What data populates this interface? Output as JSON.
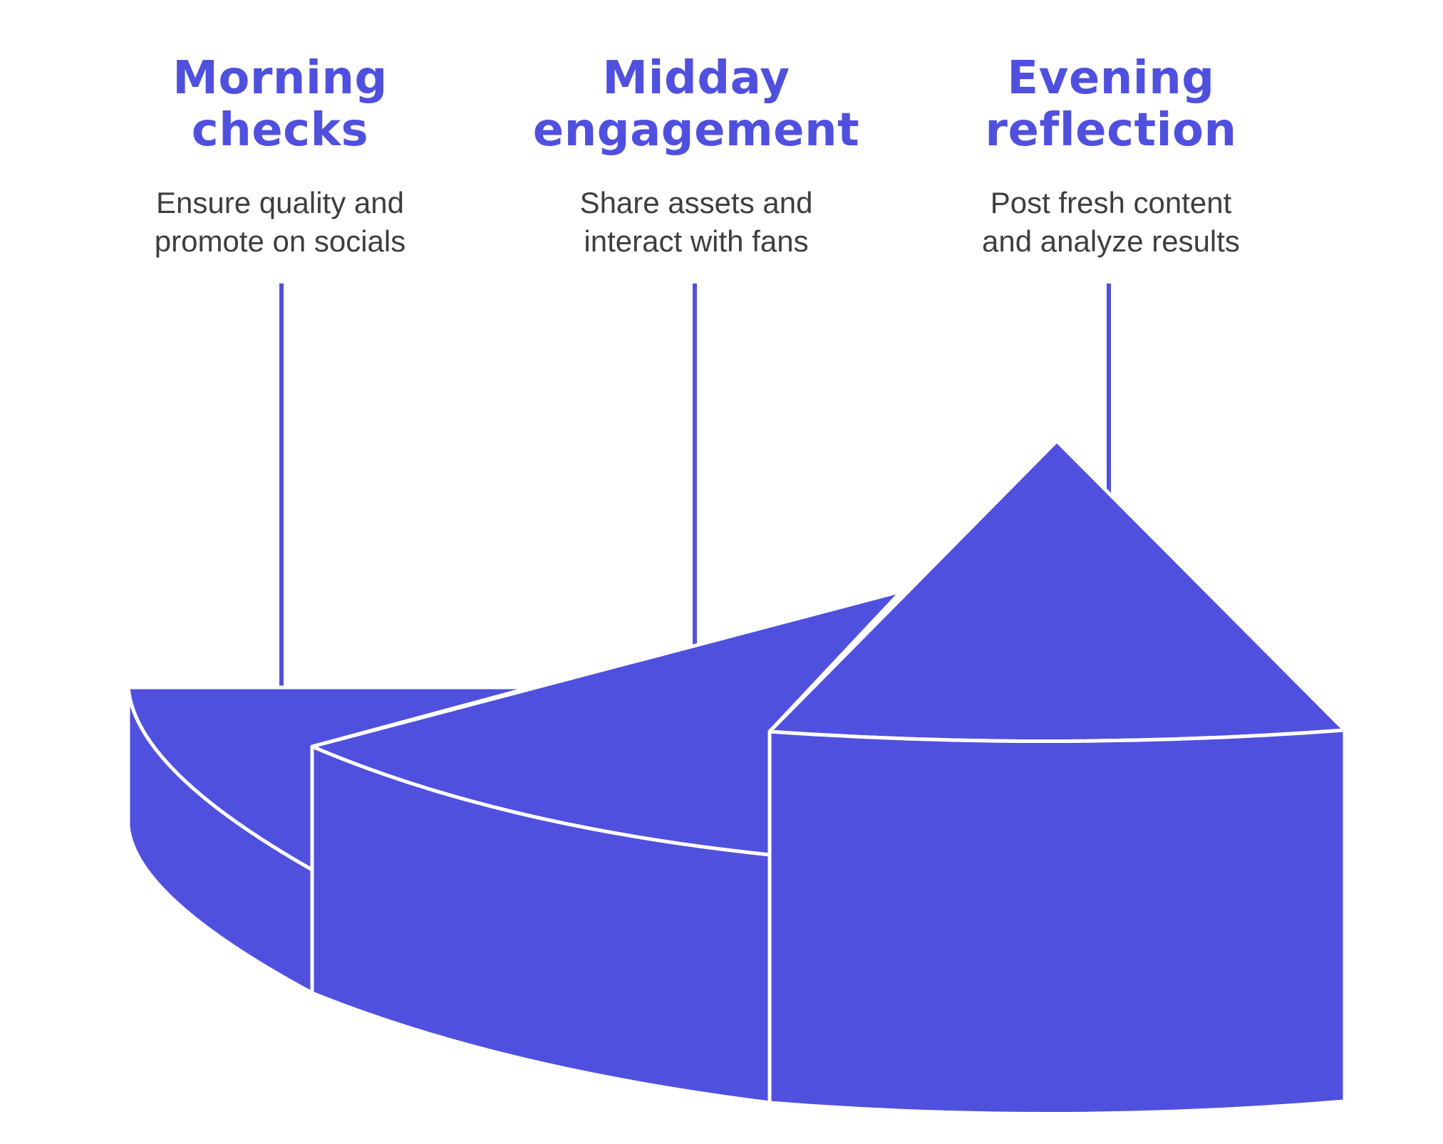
{
  "colors": {
    "accent": "#5050df",
    "text": "#3e3e3e",
    "outline": "#ffffff",
    "background": "#ffffff"
  },
  "stages": [
    {
      "title": "Morning\nchecks",
      "description": "Ensure quality and\npromote on socials"
    },
    {
      "title": "Midday\nengagement",
      "description": "Share assets and\ninteract with fans"
    },
    {
      "title": "Evening\nreflection",
      "description": "Post fresh content\nand analyze results"
    }
  ]
}
